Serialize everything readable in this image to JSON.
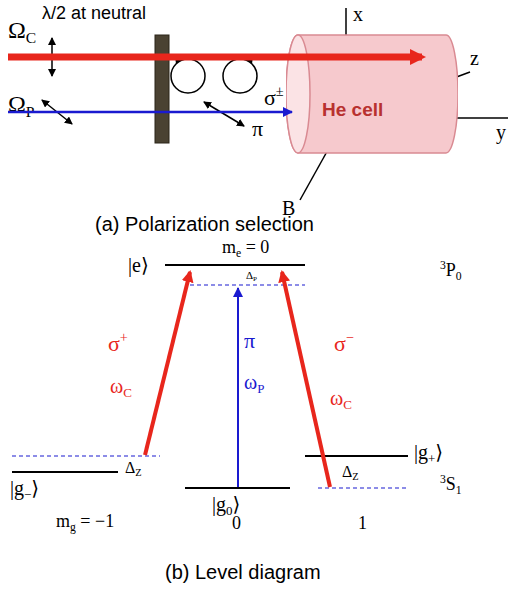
{
  "diagram": {
    "nodes": [
      {
        "text": [
          "He cell"
        ]
      }
    ],
    "labels": [
      "ΩC",
      "λ/2 at neutral",
      "x",
      "z",
      "y",
      "ΩP",
      "σ±",
      "π",
      "B",
      "(a) Polarization selection",
      "me = 0",
      "|e⟩",
      "ΔP",
      "3P0",
      "σ+",
      "π",
      "σ−",
      "ωC",
      "ωP",
      "ωC",
      "ΔZ",
      "|g+⟩",
      "3S1",
      "|g−⟩",
      "ΔZ",
      "|g0⟩",
      "mg = −1",
      "0",
      "1",
      "(b) Level diagram"
    ]
  }
}
